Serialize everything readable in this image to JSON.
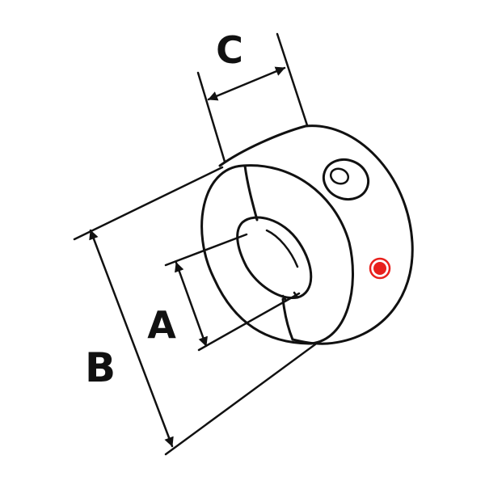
{
  "labels": {
    "a": "A",
    "b": "B",
    "c": "C"
  },
  "colors": {
    "line": "#111111",
    "marker_fill": "#e8201c",
    "marker_ring": "#e8201c",
    "background": "#ffffff"
  }
}
